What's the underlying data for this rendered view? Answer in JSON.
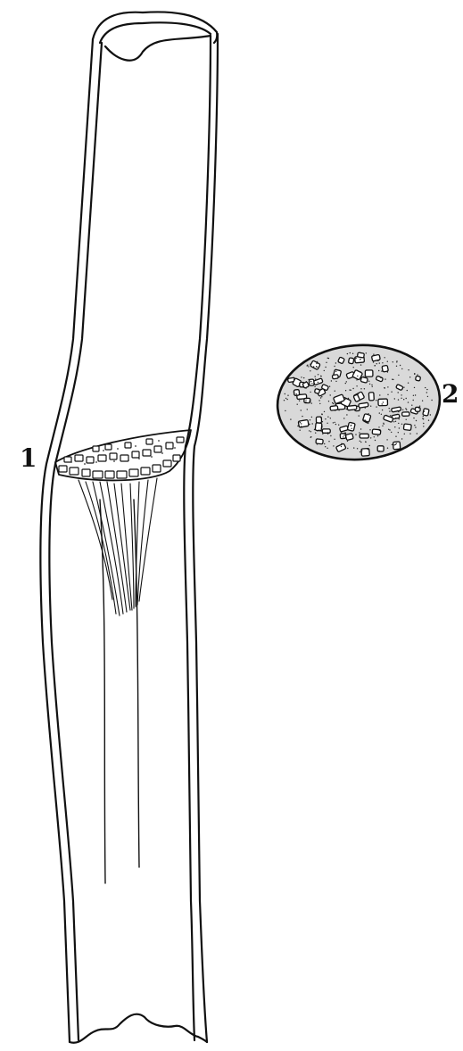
{
  "figures": [
    {
      "label": "1",
      "subject": "tubular-cell-with-crystal-deposit"
    },
    {
      "label": "2",
      "subject": "granular-mass-cross-section"
    }
  ],
  "colors": {
    "ink": "#111111",
    "paper": "#ffffff",
    "stipple": "#333333"
  }
}
